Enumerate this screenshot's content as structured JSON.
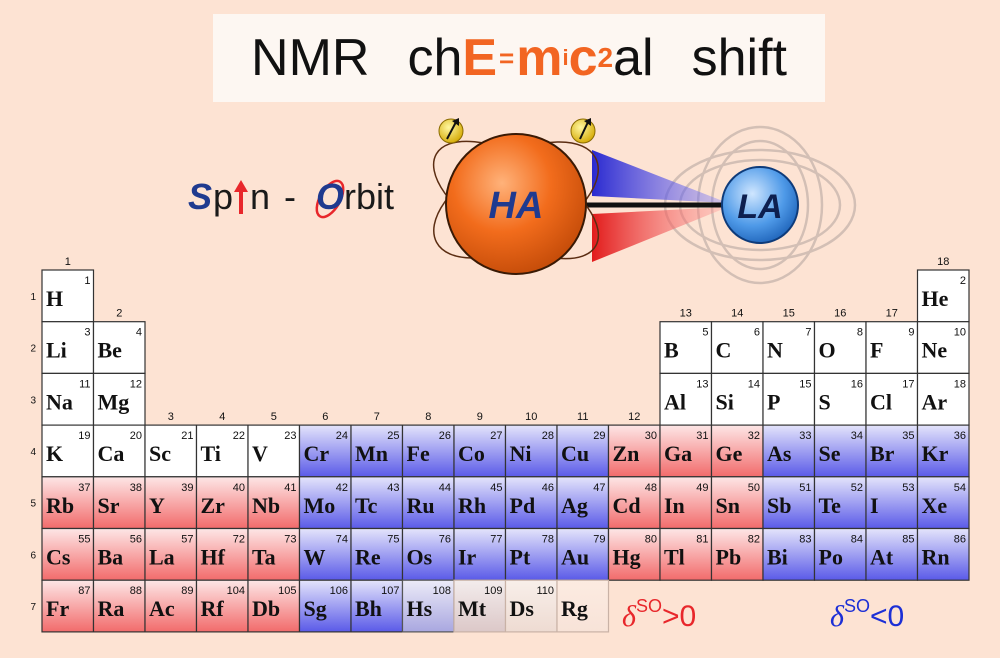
{
  "title": {
    "prefix": "NMR",
    "word_start": "ch",
    "E": "E",
    "eq": "=",
    "m": "m",
    "sub": "i",
    "c": "c",
    "sup": "2",
    "word_end": "al",
    "suffix": "shift"
  },
  "spin_orbit": {
    "s": "S",
    "p": "p",
    "arrow_i": "i",
    "n": "n",
    "dash": "-",
    "o": "O",
    "rbit": "rbit"
  },
  "atoms": {
    "heavy": "HA",
    "light": "LA"
  },
  "legend": {
    "positive": {
      "delta": "δ",
      "so": "SO",
      "rel": ">0",
      "color": "#e8272b"
    },
    "negative": {
      "delta": "δ",
      "so": "SO",
      "rel": "<0",
      "color": "#1c2fd6"
    }
  },
  "periodic_table": {
    "groups": [
      "1",
      "2",
      "3",
      "4",
      "5",
      "6",
      "7",
      "8",
      "9",
      "10",
      "11",
      "12",
      "13",
      "14",
      "15",
      "16",
      "17",
      "18"
    ],
    "periods": [
      "1",
      "2",
      "3",
      "4",
      "5",
      "6",
      "7"
    ],
    "elements": [
      {
        "s": "H",
        "z": "1",
        "p": 1,
        "g": 1,
        "c": "w"
      },
      {
        "s": "He",
        "z": "2",
        "p": 1,
        "g": 18,
        "c": "w"
      },
      {
        "s": "Li",
        "z": "3",
        "p": 2,
        "g": 1,
        "c": "w"
      },
      {
        "s": "Be",
        "z": "4",
        "p": 2,
        "g": 2,
        "c": "w"
      },
      {
        "s": "B",
        "z": "5",
        "p": 2,
        "g": 13,
        "c": "w"
      },
      {
        "s": "C",
        "z": "6",
        "p": 2,
        "g": 14,
        "c": "w"
      },
      {
        "s": "N",
        "z": "7",
        "p": 2,
        "g": 15,
        "c": "w"
      },
      {
        "s": "O",
        "z": "8",
        "p": 2,
        "g": 16,
        "c": "w"
      },
      {
        "s": "F",
        "z": "9",
        "p": 2,
        "g": 17,
        "c": "w"
      },
      {
        "s": "Ne",
        "z": "10",
        "p": 2,
        "g": 18,
        "c": "w"
      },
      {
        "s": "Na",
        "z": "11",
        "p": 3,
        "g": 1,
        "c": "w"
      },
      {
        "s": "Mg",
        "z": "12",
        "p": 3,
        "g": 2,
        "c": "w"
      },
      {
        "s": "Al",
        "z": "13",
        "p": 3,
        "g": 13,
        "c": "w"
      },
      {
        "s": "Si",
        "z": "14",
        "p": 3,
        "g": 14,
        "c": "w"
      },
      {
        "s": "P",
        "z": "15",
        "p": 3,
        "g": 15,
        "c": "w"
      },
      {
        "s": "S",
        "z": "16",
        "p": 3,
        "g": 16,
        "c": "w"
      },
      {
        "s": "Cl",
        "z": "17",
        "p": 3,
        "g": 17,
        "c": "w"
      },
      {
        "s": "Ar",
        "z": "18",
        "p": 3,
        "g": 18,
        "c": "w"
      },
      {
        "s": "K",
        "z": "19",
        "p": 4,
        "g": 1,
        "c": "w"
      },
      {
        "s": "Ca",
        "z": "20",
        "p": 4,
        "g": 2,
        "c": "w"
      },
      {
        "s": "Sc",
        "z": "21",
        "p": 4,
        "g": 3,
        "c": "w"
      },
      {
        "s": "Ti",
        "z": "22",
        "p": 4,
        "g": 4,
        "c": "w"
      },
      {
        "s": "V",
        "z": "23",
        "p": 4,
        "g": 5,
        "c": "w"
      },
      {
        "s": "Cr",
        "z": "24",
        "p": 4,
        "g": 6,
        "c": "b"
      },
      {
        "s": "Mn",
        "z": "25",
        "p": 4,
        "g": 7,
        "c": "b"
      },
      {
        "s": "Fe",
        "z": "26",
        "p": 4,
        "g": 8,
        "c": "b"
      },
      {
        "s": "Co",
        "z": "27",
        "p": 4,
        "g": 9,
        "c": "b"
      },
      {
        "s": "Ni",
        "z": "28",
        "p": 4,
        "g": 10,
        "c": "b"
      },
      {
        "s": "Cu",
        "z": "29",
        "p": 4,
        "g": 11,
        "c": "b"
      },
      {
        "s": "Zn",
        "z": "30",
        "p": 4,
        "g": 12,
        "c": "r"
      },
      {
        "s": "Ga",
        "z": "31",
        "p": 4,
        "g": 13,
        "c": "r"
      },
      {
        "s": "Ge",
        "z": "32",
        "p": 4,
        "g": 14,
        "c": "r"
      },
      {
        "s": "As",
        "z": "33",
        "p": 4,
        "g": 15,
        "c": "b"
      },
      {
        "s": "Se",
        "z": "34",
        "p": 4,
        "g": 16,
        "c": "b"
      },
      {
        "s": "Br",
        "z": "35",
        "p": 4,
        "g": 17,
        "c": "b"
      },
      {
        "s": "Kr",
        "z": "36",
        "p": 4,
        "g": 18,
        "c": "b"
      },
      {
        "s": "Rb",
        "z": "37",
        "p": 5,
        "g": 1,
        "c": "r"
      },
      {
        "s": "Sr",
        "z": "38",
        "p": 5,
        "g": 2,
        "c": "r"
      },
      {
        "s": "Y",
        "z": "39",
        "p": 5,
        "g": 3,
        "c": "r"
      },
      {
        "s": "Zr",
        "z": "40",
        "p": 5,
        "g": 4,
        "c": "r"
      },
      {
        "s": "Nb",
        "z": "41",
        "p": 5,
        "g": 5,
        "c": "r"
      },
      {
        "s": "Mo",
        "z": "42",
        "p": 5,
        "g": 6,
        "c": "b"
      },
      {
        "s": "Tc",
        "z": "43",
        "p": 5,
        "g": 7,
        "c": "b"
      },
      {
        "s": "Ru",
        "z": "44",
        "p": 5,
        "g": 8,
        "c": "b"
      },
      {
        "s": "Rh",
        "z": "45",
        "p": 5,
        "g": 9,
        "c": "b"
      },
      {
        "s": "Pd",
        "z": "46",
        "p": 5,
        "g": 10,
        "c": "b"
      },
      {
        "s": "Ag",
        "z": "47",
        "p": 5,
        "g": 11,
        "c": "b"
      },
      {
        "s": "Cd",
        "z": "48",
        "p": 5,
        "g": 12,
        "c": "r"
      },
      {
        "s": "In",
        "z": "49",
        "p": 5,
        "g": 13,
        "c": "r"
      },
      {
        "s": "Sn",
        "z": "50",
        "p": 5,
        "g": 14,
        "c": "r"
      },
      {
        "s": "Sb",
        "z": "51",
        "p": 5,
        "g": 15,
        "c": "b"
      },
      {
        "s": "Te",
        "z": "52",
        "p": 5,
        "g": 16,
        "c": "b"
      },
      {
        "s": "I",
        "z": "53",
        "p": 5,
        "g": 17,
        "c": "b"
      },
      {
        "s": "Xe",
        "z": "54",
        "p": 5,
        "g": 18,
        "c": "b"
      },
      {
        "s": "Cs",
        "z": "55",
        "p": 6,
        "g": 1,
        "c": "r"
      },
      {
        "s": "Ba",
        "z": "56",
        "p": 6,
        "g": 2,
        "c": "r"
      },
      {
        "s": "La",
        "z": "57",
        "p": 6,
        "g": 3,
        "c": "r"
      },
      {
        "s": "Hf",
        "z": "72",
        "p": 6,
        "g": 4,
        "c": "r"
      },
      {
        "s": "Ta",
        "z": "73",
        "p": 6,
        "g": 5,
        "c": "r"
      },
      {
        "s": "W",
        "z": "74",
        "p": 6,
        "g": 6,
        "c": "b"
      },
      {
        "s": "Re",
        "z": "75",
        "p": 6,
        "g": 7,
        "c": "b"
      },
      {
        "s": "Os",
        "z": "76",
        "p": 6,
        "g": 8,
        "c": "b"
      },
      {
        "s": "Ir",
        "z": "77",
        "p": 6,
        "g": 9,
        "c": "b"
      },
      {
        "s": "Pt",
        "z": "78",
        "p": 6,
        "g": 10,
        "c": "b"
      },
      {
        "s": "Au",
        "z": "79",
        "p": 6,
        "g": 11,
        "c": "b"
      },
      {
        "s": "Hg",
        "z": "80",
        "p": 6,
        "g": 12,
        "c": "r"
      },
      {
        "s": "Tl",
        "z": "81",
        "p": 6,
        "g": 13,
        "c": "r"
      },
      {
        "s": "Pb",
        "z": "82",
        "p": 6,
        "g": 14,
        "c": "r"
      },
      {
        "s": "Bi",
        "z": "83",
        "p": 6,
        "g": 15,
        "c": "b"
      },
      {
        "s": "Po",
        "z": "84",
        "p": 6,
        "g": 16,
        "c": "b"
      },
      {
        "s": "At",
        "z": "85",
        "p": 6,
        "g": 17,
        "c": "b"
      },
      {
        "s": "Rn",
        "z": "86",
        "p": 6,
        "g": 18,
        "c": "b"
      },
      {
        "s": "Fr",
        "z": "87",
        "p": 7,
        "g": 1,
        "c": "r"
      },
      {
        "s": "Ra",
        "z": "88",
        "p": 7,
        "g": 2,
        "c": "r"
      },
      {
        "s": "Ac",
        "z": "89",
        "p": 7,
        "g": 3,
        "c": "r"
      },
      {
        "s": "Rf",
        "z": "104",
        "p": 7,
        "g": 4,
        "c": "r"
      },
      {
        "s": "Db",
        "z": "105",
        "p": 7,
        "g": 5,
        "c": "r"
      },
      {
        "s": "Sg",
        "z": "106",
        "p": 7,
        "g": 6,
        "c": "b"
      },
      {
        "s": "Bh",
        "z": "107",
        "p": 7,
        "g": 7,
        "c": "b"
      },
      {
        "s": "Hs",
        "z": "108",
        "p": 7,
        "g": 8,
        "c": "f1"
      },
      {
        "s": "Mt",
        "z": "109",
        "p": 7,
        "g": 9,
        "c": "f2"
      },
      {
        "s": "Ds",
        "z": "110",
        "p": 7,
        "g": 10,
        "c": "f3"
      },
      {
        "s": "Rg",
        "z": "",
        "p": 7,
        "g": 11,
        "c": "f4"
      }
    ]
  }
}
